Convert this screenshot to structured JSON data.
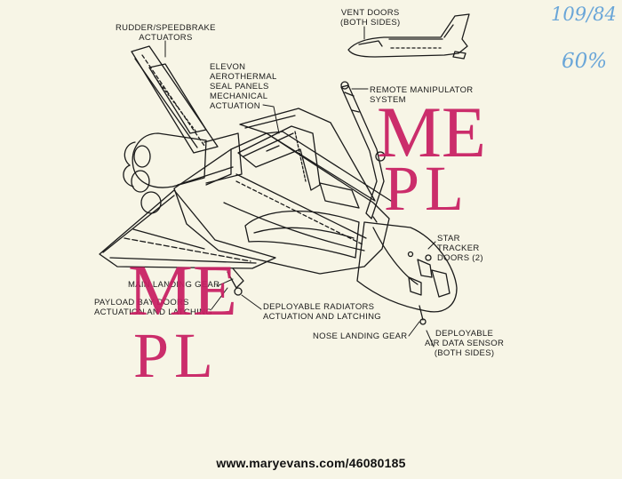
{
  "labels": {
    "rudder": [
      "RUDDER/SPEEDBRAKE",
      "ACTUATORS"
    ],
    "elevon": [
      "ELEVON",
      "AEROTHERMAL",
      "SEAL PANELS",
      "MECHANICAL",
      "ACTUATION"
    ],
    "vent": [
      "VENT DOORS",
      "(BOTH SIDES)"
    ],
    "rms": [
      "REMOTE MANIPULATOR",
      "SYSTEM"
    ],
    "star": [
      "STAR",
      "TRACKER",
      "DOORS (2)"
    ],
    "main_gear": "MAIN LANDING GEAR",
    "payload": [
      "PAYLOAD BAY DOORS",
      "ACTUATION AND LATCHING"
    ],
    "radiators": [
      "DEPLOYABLE RADIATORS",
      "ACTUATION AND LATCHING"
    ],
    "nose_gear": "NOSE LANDING GEAR",
    "air_data": [
      "DEPLOYABLE",
      "AIR DATA SENSOR",
      "(BOTH SIDES)"
    ]
  },
  "handwritten": {
    "fraction": "109/84",
    "percent": "60%"
  },
  "watermark": {
    "top": "ME",
    "bottom": "PL"
  },
  "credit": "www.maryevans.com/46080185",
  "colors": {
    "watermark": "#c81e62",
    "ink": "#1b1b1b",
    "paper": "#f7f5e6",
    "pencil": "#6aa6d8"
  }
}
